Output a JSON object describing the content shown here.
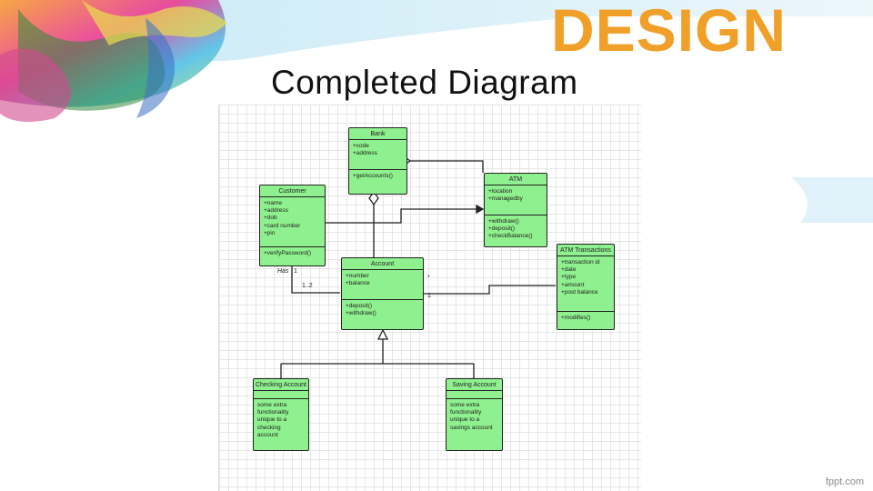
{
  "slide": {
    "title": "Completed Diagram",
    "logo_text": "DESIGN",
    "watermark": "fppt.com"
  },
  "classes": {
    "bank": {
      "name": "Bank",
      "attributes": [
        "+code",
        "+address"
      ],
      "methods": [
        "+getAccounts()"
      ]
    },
    "atm": {
      "name": "ATM",
      "attributes": [
        "+location",
        "+managedby"
      ],
      "methods": [
        "+withdraw()",
        "+deposit()",
        "+checkBalance()"
      ]
    },
    "customer": {
      "name": "Customer",
      "attributes": [
        "+name",
        "+address",
        "+dob",
        "+card number",
        "+pin"
      ],
      "methods": [
        "+verifyPassword()"
      ]
    },
    "account": {
      "name": "Account",
      "attributes": [
        "+number",
        "+balance"
      ],
      "methods": [
        "+deposit()",
        "+withdraw()"
      ]
    },
    "atm_transactions": {
      "name": "ATM Transactions",
      "attributes": [
        "+transaction id",
        "+date",
        "+type",
        "+amount",
        "+post balance"
      ],
      "methods": [
        "+modifies()"
      ]
    },
    "checking": {
      "name": "Checking Account",
      "body": [
        "some extra",
        "functionality",
        "unique to a",
        "checking",
        "account"
      ]
    },
    "saving": {
      "name": "Saving Account",
      "body": [
        "some extra",
        "functionality",
        "unique to a",
        "savings account"
      ]
    }
  },
  "labels": {
    "has": "Has",
    "has_mult_customer": "1",
    "has_mult_account": "1..2",
    "trans_mult_account": "*",
    "trans_mult_trans": "1"
  },
  "colors": {
    "class_fill": "#8ef08e",
    "logo_orange": "#f0a028"
  }
}
